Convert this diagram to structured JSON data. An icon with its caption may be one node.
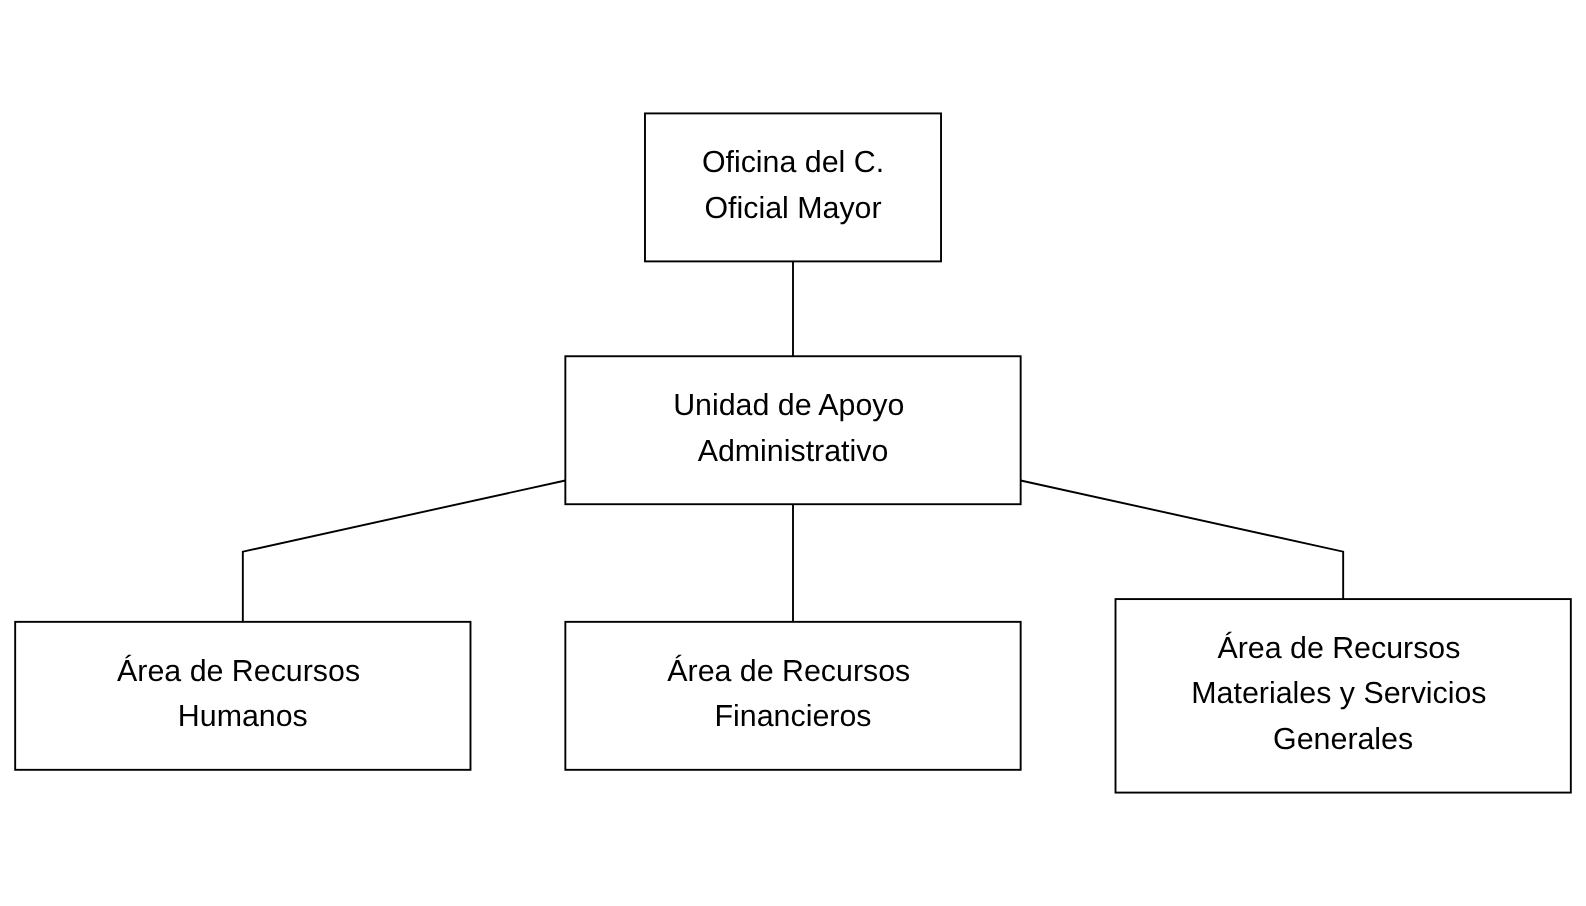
{
  "diagram": {
    "nodes": [
      {
        "text": [
          "Oficina del C.",
          "Oficial Mayor"
        ]
      },
      {
        "text": [
          "Unidad de Apoyo Administrativo"
        ]
      },
      {
        "text": [
          "Área de Recursos Humanos"
        ]
      },
      {
        "text": [
          "Área de Recursos Financieros"
        ]
      },
      {
        "text": [
          "Área de Recursos Materiales y Servicios Generales"
        ]
      }
    ],
    "edges": [
      {
        "from": 0,
        "to": 1,
        "arrow": "none"
      },
      {
        "from": 1,
        "to": 2,
        "arrow": "none"
      },
      {
        "from": 1,
        "to": 3,
        "arrow": "none"
      },
      {
        "from": 1,
        "to": 4,
        "arrow": "none"
      }
    ]
  }
}
